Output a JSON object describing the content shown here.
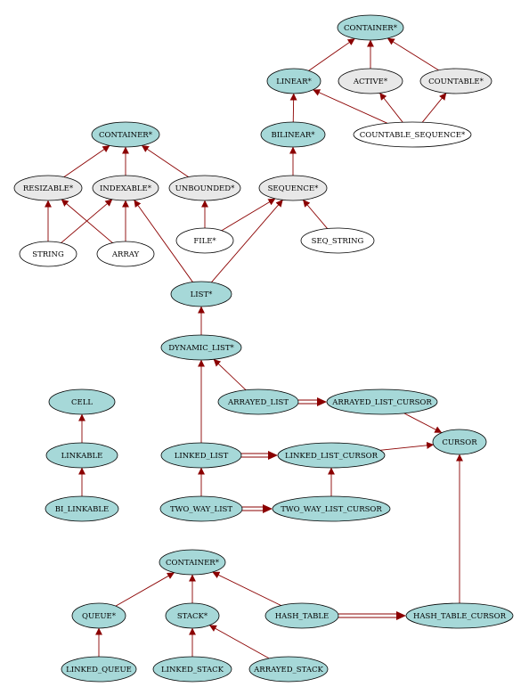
{
  "nodes": [
    {
      "id": "container_top",
      "label": "CONTAINER*",
      "fill": "#a6d8d8"
    },
    {
      "id": "linear",
      "label": "LINEAR*",
      "fill": "#a6d8d8"
    },
    {
      "id": "active",
      "label": "ACTIVE*",
      "fill": "#e8e8e8"
    },
    {
      "id": "countable",
      "label": "COUNTABLE*",
      "fill": "#e8e8e8"
    },
    {
      "id": "bilinear",
      "label": "BILINEAR*",
      "fill": "#a6d8d8"
    },
    {
      "id": "countable_sequence",
      "label": "COUNTABLE_SEQUENCE*",
      "fill": "#ffffff"
    },
    {
      "id": "container_mid",
      "label": "CONTAINER*",
      "fill": "#a6d8d8"
    },
    {
      "id": "resizable",
      "label": "RESIZABLE*",
      "fill": "#e8e8e8"
    },
    {
      "id": "indexable",
      "label": "INDEXABLE*",
      "fill": "#e8e8e8"
    },
    {
      "id": "unbounded",
      "label": "UNBOUNDED*",
      "fill": "#e8e8e8"
    },
    {
      "id": "sequence",
      "label": "SEQUENCE*",
      "fill": "#e8e8e8"
    },
    {
      "id": "string",
      "label": "STRING",
      "fill": "#ffffff"
    },
    {
      "id": "array",
      "label": "ARRAY",
      "fill": "#ffffff"
    },
    {
      "id": "file",
      "label": "FILE*",
      "fill": "#ffffff"
    },
    {
      "id": "seq_string",
      "label": "SEQ_STRING",
      "fill": "#ffffff"
    },
    {
      "id": "list",
      "label": "LIST*",
      "fill": "#a6d8d8"
    },
    {
      "id": "dynamic_list",
      "label": "DYNAMIC_LIST*",
      "fill": "#a6d8d8"
    },
    {
      "id": "arrayed_list",
      "label": "ARRAYED_LIST",
      "fill": "#a6d8d8"
    },
    {
      "id": "arrayed_list_cursor",
      "label": "ARRAYED_LIST_CURSOR",
      "fill": "#a6d8d8"
    },
    {
      "id": "cell",
      "label": "CELL",
      "fill": "#a6d8d8"
    },
    {
      "id": "cursor",
      "label": "CURSOR",
      "fill": "#a6d8d8"
    },
    {
      "id": "linkable",
      "label": "LINKABLE",
      "fill": "#a6d8d8"
    },
    {
      "id": "linked_list",
      "label": "LINKED_LIST",
      "fill": "#a6d8d8"
    },
    {
      "id": "linked_list_cursor",
      "label": "LINKED_LIST_CURSOR",
      "fill": "#a6d8d8"
    },
    {
      "id": "bi_linkable",
      "label": "BI_LINKABLE",
      "fill": "#a6d8d8"
    },
    {
      "id": "two_way_list",
      "label": "TWO_WAY_LIST",
      "fill": "#a6d8d8"
    },
    {
      "id": "two_way_list_cursor",
      "label": "TWO_WAY_LIST_CURSOR",
      "fill": "#a6d8d8"
    },
    {
      "id": "container_bot",
      "label": "CONTAINER*",
      "fill": "#a6d8d8"
    },
    {
      "id": "queue",
      "label": "QUEUE*",
      "fill": "#a6d8d8"
    },
    {
      "id": "stack",
      "label": "STACK*",
      "fill": "#a6d8d8"
    },
    {
      "id": "hash_table",
      "label": "HASH_TABLE",
      "fill": "#a6d8d8"
    },
    {
      "id": "hash_table_cursor",
      "label": "HASH_TABLE_CURSOR",
      "fill": "#a6d8d8"
    },
    {
      "id": "linked_queue",
      "label": "LINKED_QUEUE",
      "fill": "#a6d8d8"
    },
    {
      "id": "linked_stack",
      "label": "LINKED_STACK",
      "fill": "#a6d8d8"
    },
    {
      "id": "arrayed_stack",
      "label": "ARRAYED_STACK",
      "fill": "#a6d8d8"
    }
  ],
  "inheritance_edges": [
    [
      "linear",
      "container_top"
    ],
    [
      "active",
      "container_top"
    ],
    [
      "countable",
      "container_top"
    ],
    [
      "bilinear",
      "linear"
    ],
    [
      "countable_sequence",
      "linear"
    ],
    [
      "countable_sequence",
      "active"
    ],
    [
      "countable_sequence",
      "countable"
    ],
    [
      "resizable",
      "container_mid"
    ],
    [
      "indexable",
      "container_mid"
    ],
    [
      "unbounded",
      "container_mid"
    ],
    [
      "sequence",
      "bilinear"
    ],
    [
      "string",
      "indexable"
    ],
    [
      "string",
      "resizable"
    ],
    [
      "array",
      "resizable"
    ],
    [
      "array",
      "indexable"
    ],
    [
      "file",
      "unbounded"
    ],
    [
      "file",
      "sequence"
    ],
    [
      "seq_string",
      "sequence"
    ],
    [
      "list",
      "indexable"
    ],
    [
      "list",
      "sequence"
    ],
    [
      "dynamic_list",
      "list"
    ],
    [
      "arrayed_list",
      "dynamic_list"
    ],
    [
      "linked_list",
      "dynamic_list"
    ],
    [
      "arrayed_list_cursor",
      "cursor"
    ],
    [
      "linked_list_cursor",
      "cursor"
    ],
    [
      "linkable",
      "cell"
    ],
    [
      "bi_linkable",
      "linkable"
    ],
    [
      "two_way_list",
      "linked_list"
    ],
    [
      "two_way_list_cursor",
      "linked_list_cursor"
    ],
    [
      "queue",
      "container_bot"
    ],
    [
      "stack",
      "container_bot"
    ],
    [
      "hash_table",
      "container_bot"
    ],
    [
      "linked_queue",
      "queue"
    ],
    [
      "linked_stack",
      "stack"
    ],
    [
      "arrayed_stack",
      "stack"
    ],
    [
      "hash_table_cursor",
      "cursor"
    ]
  ],
  "client_edges": [
    [
      "arrayed_list",
      "arrayed_list_cursor"
    ],
    [
      "linked_list",
      "linked_list_cursor"
    ],
    [
      "two_way_list",
      "two_way_list_cursor"
    ],
    [
      "hash_table",
      "hash_table_cursor"
    ]
  ],
  "colors": {
    "edge": "#8b0000",
    "stroke": "#000000",
    "effective_fill": "#a6d8d8",
    "deferred_fill": "#e8e8e8",
    "plain_fill": "#ffffff"
  }
}
